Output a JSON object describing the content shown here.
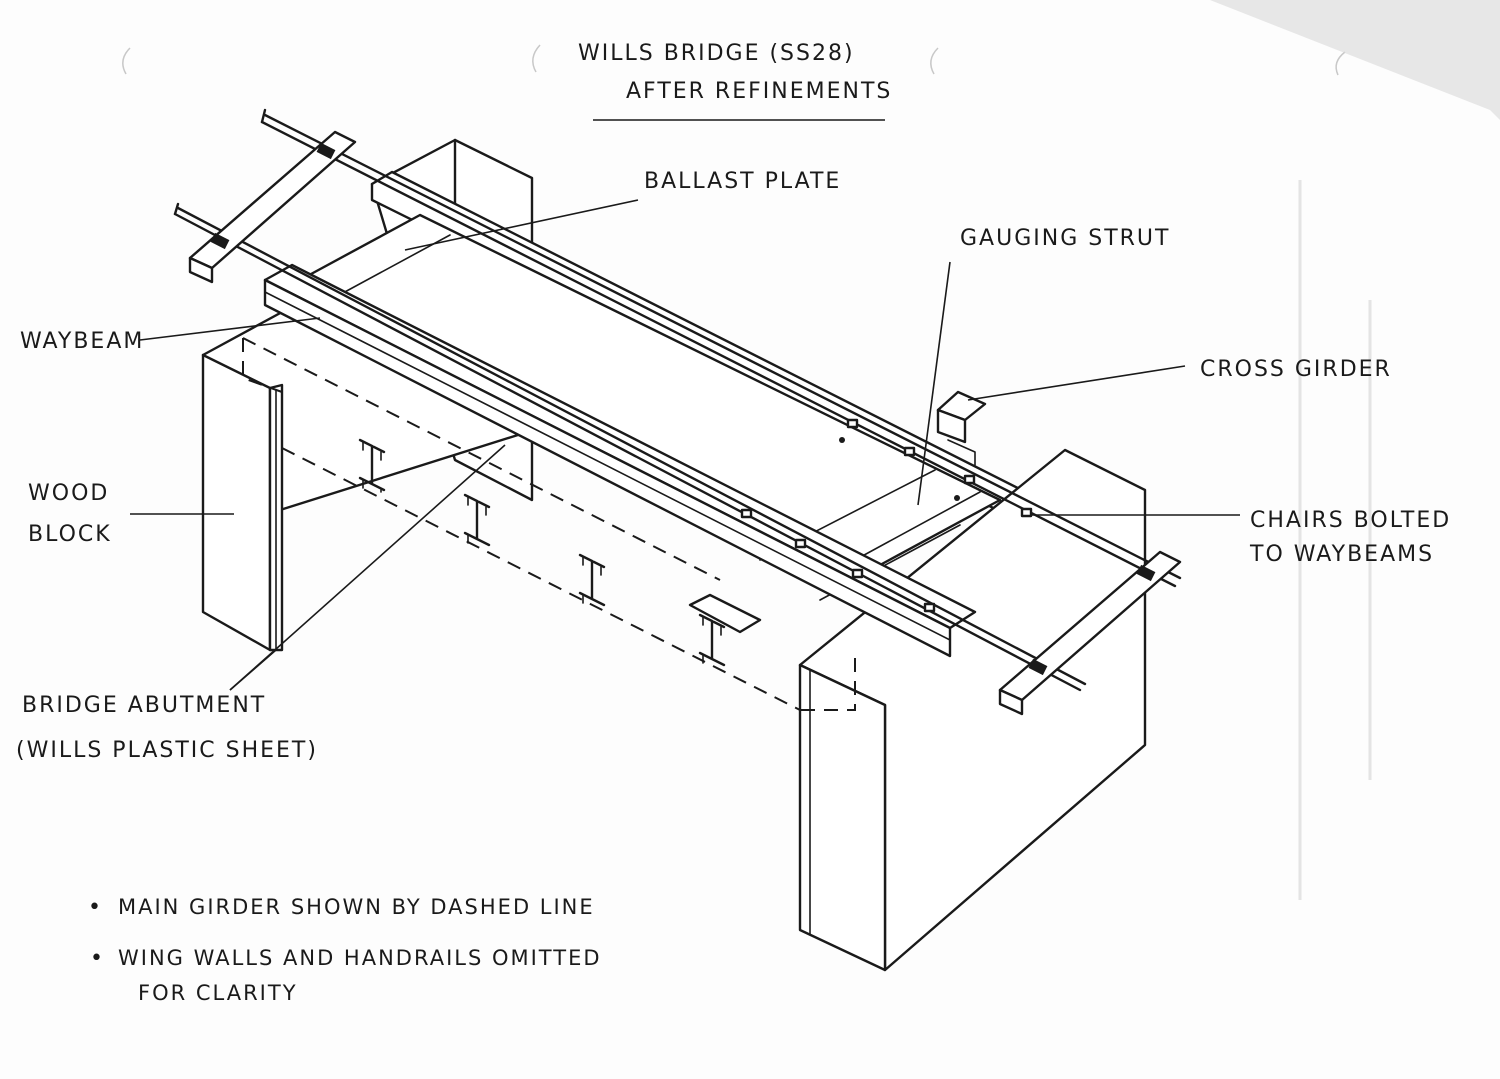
{
  "title": {
    "line1": "WILLS BRIDGE (SS28)",
    "line2": "AFTER REFINEMENTS"
  },
  "labels": {
    "ballast_plate": "BALLAST PLATE",
    "gauging_strut": "GAUGING STRUT",
    "waybeam": "WAYBEAM",
    "cross_girder": "CROSS GIRDER",
    "wood_block_1": "WOOD",
    "wood_block_2": "BLOCK",
    "chairs_1": "CHAIRS BOLTED",
    "chairs_2": "TO WAYBEAMS",
    "abutment_1": "BRIDGE ABUTMENT",
    "abutment_2": "(WILLS PLASTIC SHEET)"
  },
  "notes": [
    {
      "bullet": "•",
      "lines": [
        "MAIN GIRDER SHOWN BY DASHED LINE"
      ]
    },
    {
      "bullet": "•",
      "lines": [
        "WING WALLS AND HANDRAILS OMITTED",
        "FOR CLARITY"
      ]
    }
  ],
  "colors": {
    "ink": "#1a1a1a",
    "paper": "#fdfdfd"
  }
}
